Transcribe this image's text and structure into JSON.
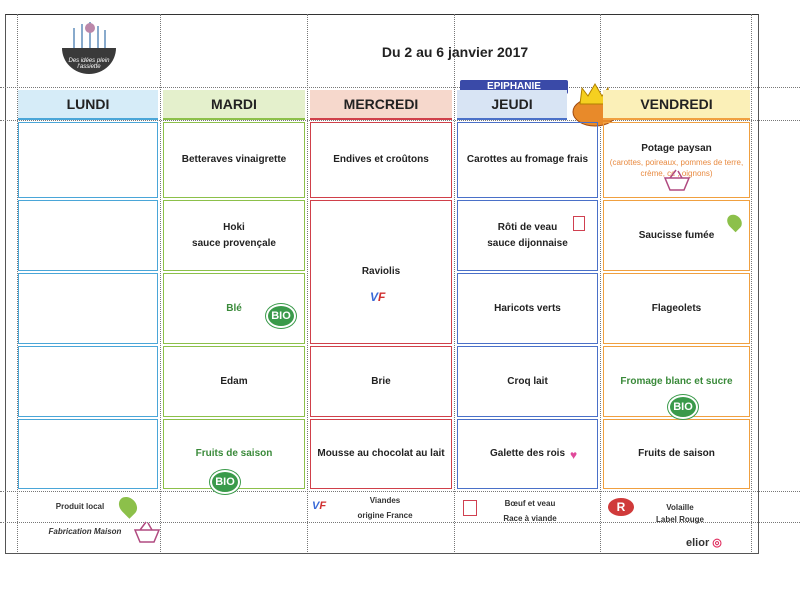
{
  "header": {
    "title": "Du 2 au 6 janvier 2017",
    "event_badge": "EPIPHANIE",
    "logo_text": "Des idées plein l'assiette"
  },
  "days": [
    {
      "name": "LUNDI",
      "color": "#4aa6d8",
      "bg": "#d6ecf8",
      "cells": [
        "",
        "",
        "",
        "",
        ""
      ]
    },
    {
      "name": "MARDI",
      "color": "#8cc04a",
      "bg": "#e4f0cc",
      "cells": [
        "Betteraves vinaigrette",
        "Hoki",
        "Blé",
        "Edam",
        "Fruits de saison"
      ],
      "cell2_line2": "sauce provençale"
    },
    {
      "name": "MERCREDI",
      "color": "#d0404a",
      "bg": "#f6d8cc",
      "cells": [
        "Endives et croûtons",
        "Raviolis",
        "Brie",
        "Mousse au chocolat au lait"
      ]
    },
    {
      "name": "JEUDI",
      "color": "#4a70c8",
      "bg": "#d8e4f4",
      "cells": [
        "Carottes au fromage frais",
        "Rôti de veau",
        "Haricots verts",
        "Croq lait",
        "Galette des rois"
      ],
      "cell2_line2": "sauce dijonnaise"
    },
    {
      "name": "VENDREDI",
      "color": "#f0a040",
      "bg": "#fbf0b8",
      "cells": [
        "Potage paysan",
        "Saucisse fumée",
        "Flageolets",
        "Fromage blanc et sucre",
        "Fruits de saison"
      ],
      "cell1_detail": "(carottes, poireaux, pommes de terre,",
      "cell1_detail2": "crème, cc        , oignons)"
    }
  ],
  "badges": {
    "bio": "BIO"
  },
  "legend": {
    "local": "Produit local",
    "maison": "Fabrication Maison",
    "vf1": "Viandes",
    "vf2": "origine France",
    "beef1": "Bœuf et veau",
    "beef2": "Race à viande",
    "lr1": "Volaille",
    "lr2": "Label Rouge",
    "brand": "elior"
  }
}
